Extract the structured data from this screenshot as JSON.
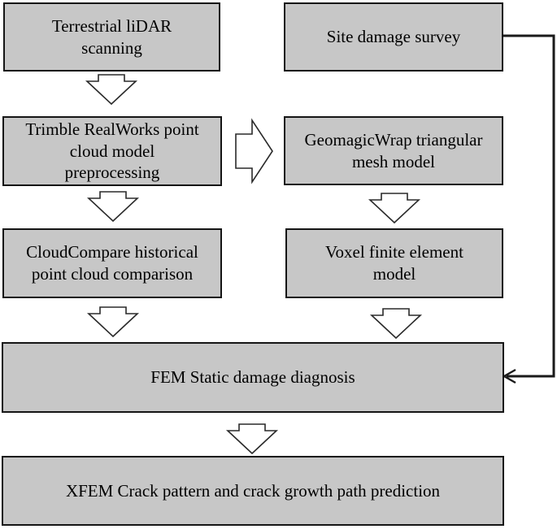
{
  "figure": {
    "type": "flowchart",
    "background_color": "#ffffff",
    "box_fill_color": "#c7c7c7",
    "box_border_color": "#151515",
    "text_color": "#000000"
  },
  "nodes": [
    {
      "id": "terrestrial-lidar-scanning",
      "label": "Terrestrial liDAR\nscanning"
    },
    {
      "id": "site-damage-survey",
      "label": "Site damage survey"
    },
    {
      "id": "trimble-realworks-preprocessing",
      "label": "Trimble RealWorks point\ncloud model\npreprocessing"
    },
    {
      "id": "geomagicwrap-mesh-model",
      "label": "GeomagicWrap triangular\nmesh model"
    },
    {
      "id": "cloudcompare-comparison",
      "label": "CloudCompare historical\npoint cloud comparison"
    },
    {
      "id": "voxel-finite-element-model",
      "label": "Voxel finite element\nmodel"
    },
    {
      "id": "fem-static-damage-diagnosis",
      "label": "FEM Static damage diagnosis"
    },
    {
      "id": "xfem-crack-prediction",
      "label": "XFEM Crack pattern and crack growth path prediction"
    }
  ],
  "edges": [
    {
      "from": "Terrestrial liDAR scanning",
      "to": "Trimble RealWorks point cloud model preprocessing",
      "style": "hollow-block-arrow-down"
    },
    {
      "from": "Trimble RealWorks point cloud model preprocessing",
      "to": "GeomagicWrap triangular mesh model",
      "style": "hollow-block-arrow-right"
    },
    {
      "from": "Trimble RealWorks point cloud model preprocessing",
      "to": "CloudCompare historical point cloud comparison",
      "style": "hollow-block-arrow-down"
    },
    {
      "from": "GeomagicWrap triangular mesh model",
      "to": "Voxel finite element model",
      "style": "hollow-block-arrow-down"
    },
    {
      "from": "CloudCompare historical point cloud comparison",
      "to": "FEM Static damage diagnosis",
      "style": "hollow-block-arrow-down"
    },
    {
      "from": "Voxel finite element model",
      "to": "FEM Static damage diagnosis",
      "style": "hollow-block-arrow-down"
    },
    {
      "from": "Site damage survey",
      "to": "FEM Static damage diagnosis",
      "style": "elbow-line-arrow"
    },
    {
      "from": "FEM Static damage diagnosis",
      "to": "XFEM Crack pattern and crack growth path prediction",
      "style": "hollow-block-arrow-down"
    }
  ]
}
